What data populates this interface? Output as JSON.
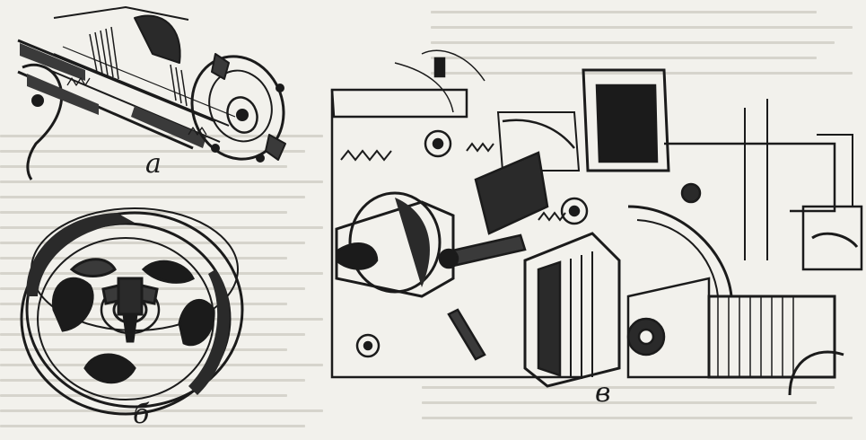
{
  "figure": {
    "labels": {
      "a": "а",
      "b": "б",
      "v": "в"
    }
  },
  "colors": {
    "ink": "#1b1b1b",
    "paper": "#f2f1ec",
    "shade": "#3a3a3a"
  }
}
